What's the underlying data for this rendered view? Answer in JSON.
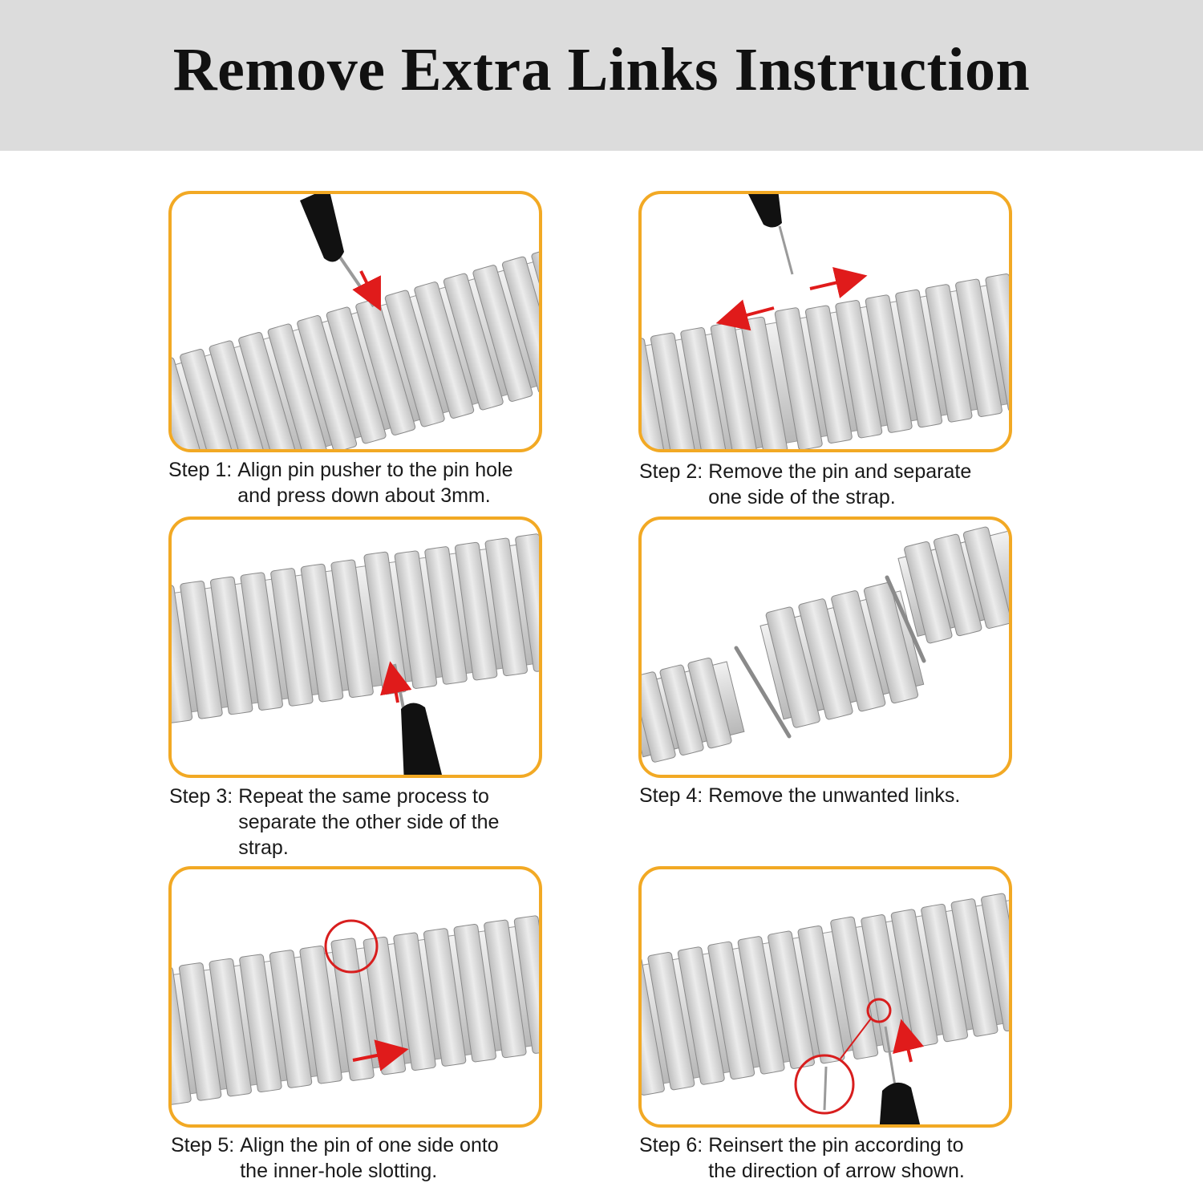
{
  "page": {
    "title": "Remove Extra Links Instruction"
  },
  "steps": [
    {
      "label": "Step 1:",
      "text": "Align pin pusher to the pin hole",
      "text2": "and press down about 3mm.",
      "text3": ""
    },
    {
      "label": "Step 2:",
      "text": "Remove the pin and separate",
      "text2": "one side of the strap.",
      "text3": ""
    },
    {
      "label": "Step 3:",
      "text": "Repeat the same process to",
      "text2": "separate the other side of the",
      "text3": "strap."
    },
    {
      "label": "Step 4:",
      "text": "Remove the unwanted links.",
      "text2": "",
      "text3": ""
    },
    {
      "label": "Step 5:",
      "text": "Align the pin of one side onto",
      "text2": "the inner-hole slotting.",
      "text3": ""
    },
    {
      "label": "Step 6:",
      "text": "Reinsert the pin according to",
      "text2": "the direction of arrow shown.",
      "text3": ""
    }
  ],
  "colors": {
    "header_bg": "#dcdcdc",
    "panel_border": "#f2a924",
    "arrow": "#e01b1b",
    "steel": "#d6d6d6",
    "pusher": "#111111"
  },
  "icons": [
    "pin-pusher-icon",
    "red-arrow-icon",
    "highlight-circle-icon",
    "spring-pin-icon"
  ]
}
